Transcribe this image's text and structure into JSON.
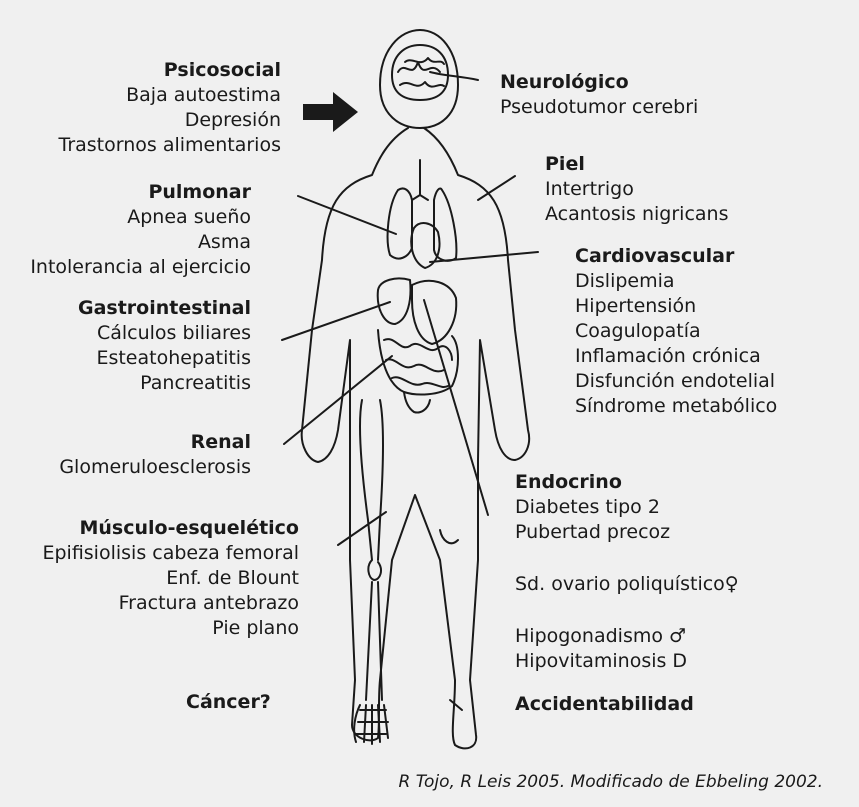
{
  "groups": {
    "psicosocial": {
      "title": "Psicosocial",
      "items": [
        "Baja autoestima",
        "Depresión",
        "Trastornos alimentarios"
      ]
    },
    "neurologico": {
      "title": "Neurológico",
      "items": [
        "Pseudotumor cerebri"
      ]
    },
    "piel": {
      "title": "Piel",
      "items": [
        "Intertrigo",
        "Acantosis nigricans"
      ]
    },
    "pulmonar": {
      "title": "Pulmonar",
      "items": [
        "Apnea sueño",
        "Asma",
        "Intolerancia al ejercicio"
      ]
    },
    "cardiovascular": {
      "title": "Cardiovascular",
      "items": [
        "Dislipemia",
        "Hipertensión",
        "Coagulopatía",
        "Inflamación crónica",
        "Disfunción endotelial",
        "Síndrome metabólico"
      ]
    },
    "gastrointestinal": {
      "title": "Gastrointestinal",
      "items": [
        "Cálculos biliares",
        "Esteatohepatitis",
        "Pancreatitis"
      ]
    },
    "renal": {
      "title": "Renal",
      "items": [
        "Glomeruloesclerosis"
      ]
    },
    "endocrino": {
      "title": "Endocrino",
      "items": [
        "Diabetes tipo 2",
        "Pubertad precoz"
      ]
    },
    "musculo": {
      "title": "Músculo-esquelético",
      "items": [
        "Epifisiolisis cabeza femoral",
        "Enf. de Blount",
        "Fractura antebrazo",
        "Pie plano"
      ]
    },
    "cancer": {
      "title": "Cáncer?"
    },
    "ovario": {
      "text": "Sd. ovario poliquístico♀"
    },
    "hipogonadismo": {
      "items": [
        "Hipogonadismo ♂",
        "Hipovitaminosis D"
      ]
    },
    "accidentabilidad": {
      "title": "Accidentabilidad"
    }
  },
  "source": "R Tojo, R Leis 2005. Modificado de Ebbeling 2002.",
  "colors": {
    "background": "#f0f0f0",
    "ink": "#1a1a1a"
  }
}
